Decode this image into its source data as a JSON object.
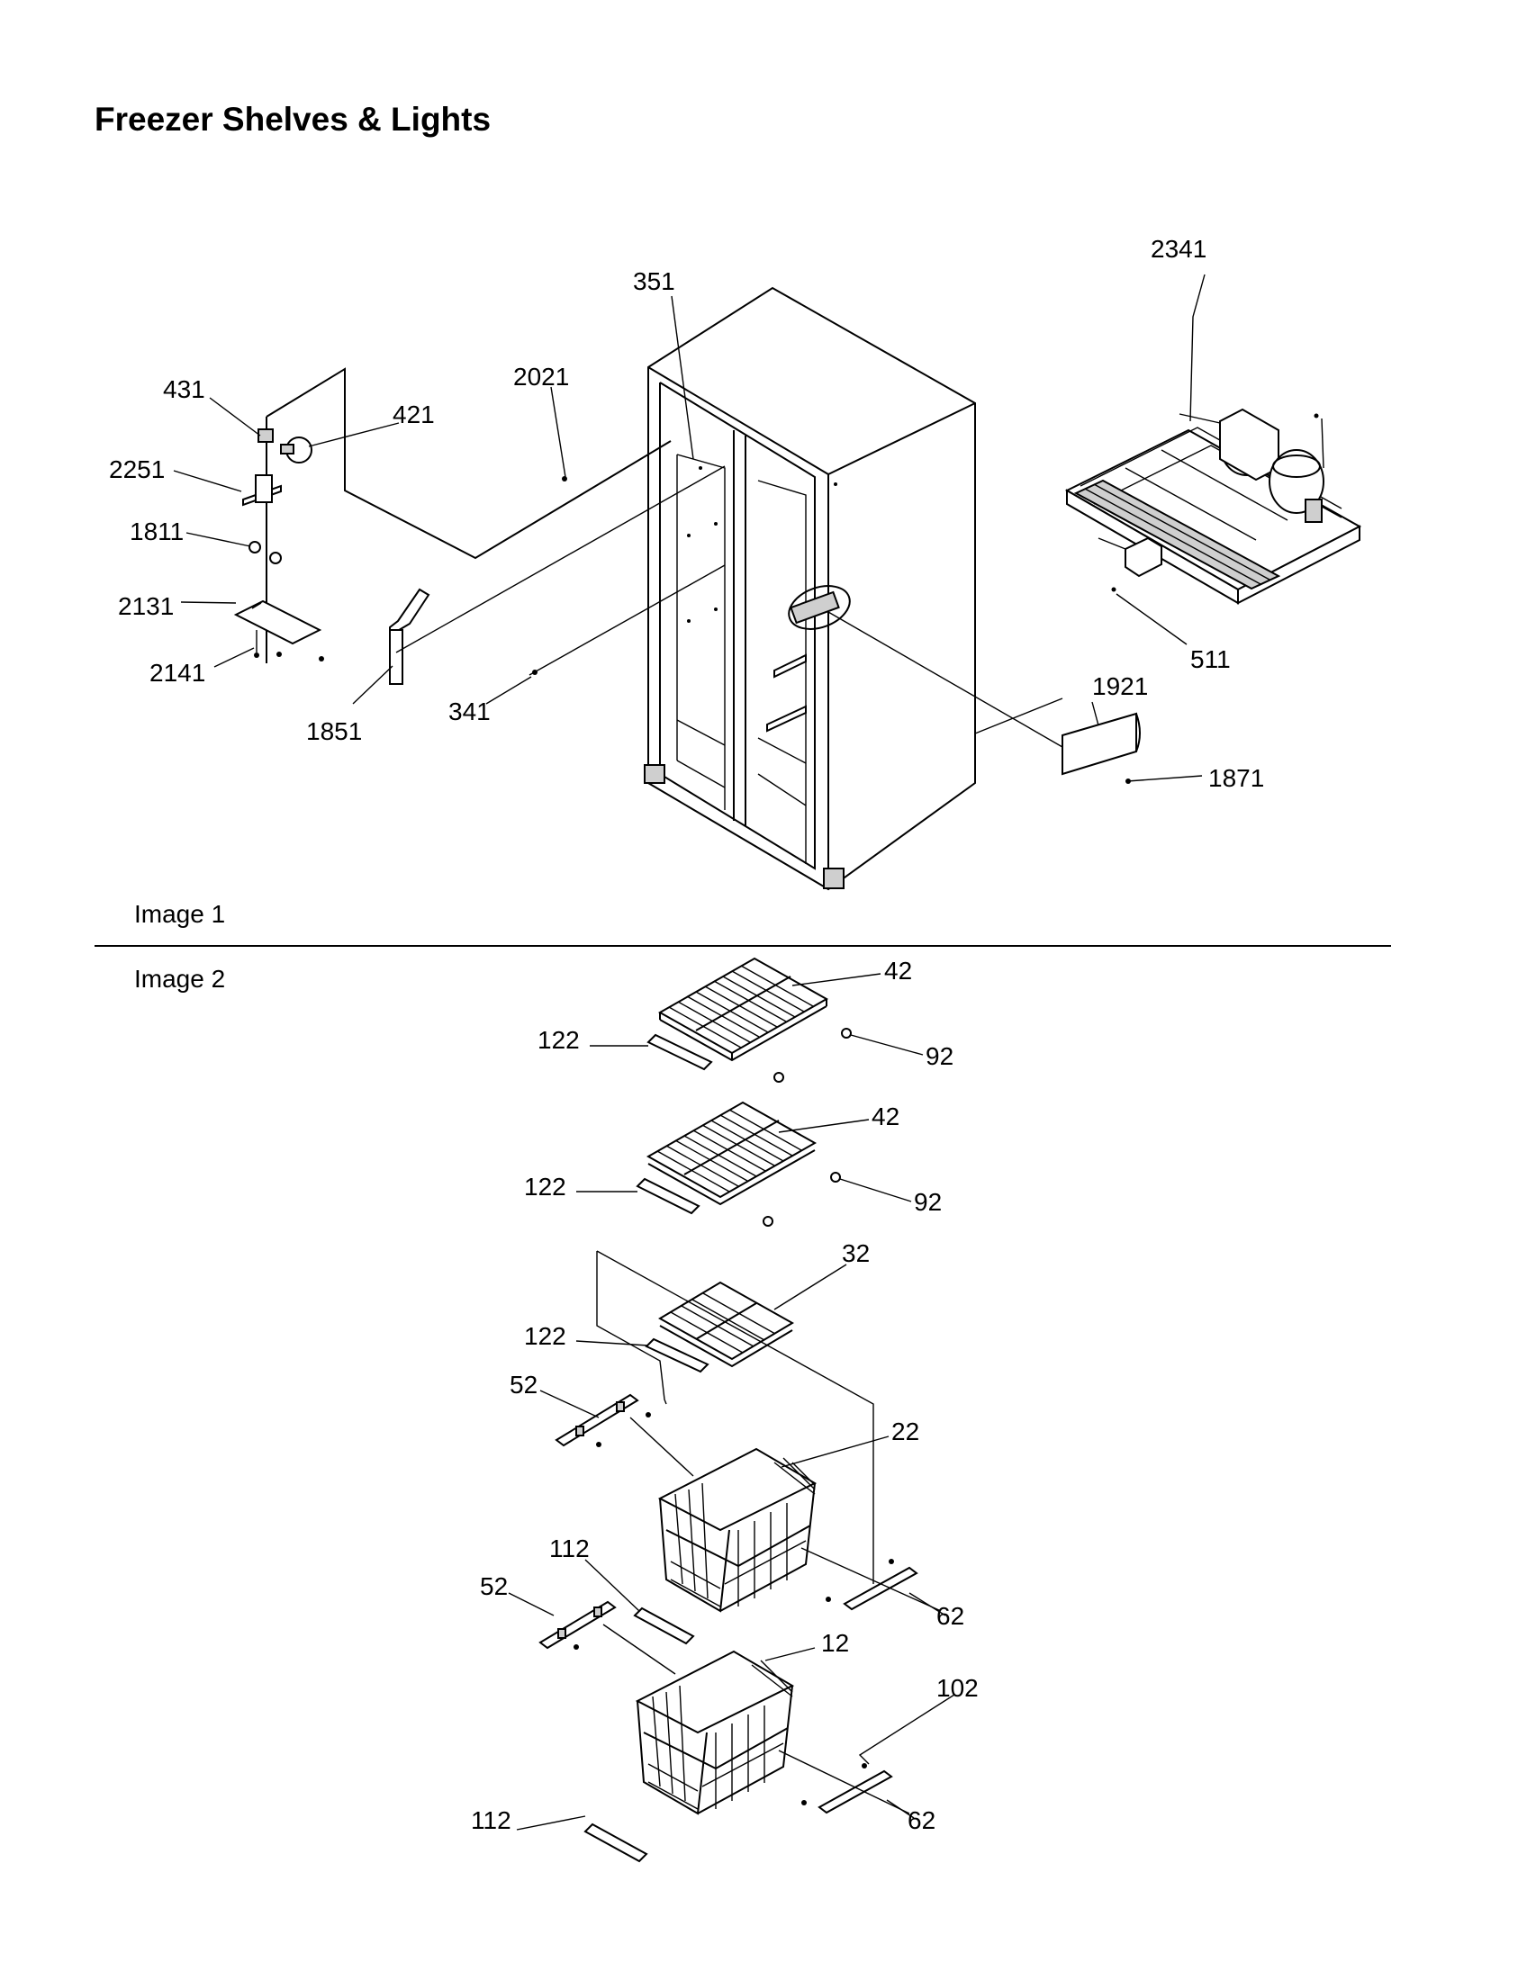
{
  "title": "Freezer Shelves & Lights",
  "image_labels": [
    "Image 1",
    "Image 2"
  ],
  "callouts_image1": [
    "2341",
    "351",
    "2021",
    "431",
    "421",
    "2251",
    "1811",
    "2131",
    "2141",
    "1851",
    "341",
    "511",
    "1921",
    "1871"
  ],
  "callouts_image2": [
    "42",
    "122",
    "92",
    "42",
    "122",
    "92",
    "32",
    "122",
    "52",
    "22",
    "112",
    "52",
    "62",
    "12",
    "102",
    "112",
    "62"
  ]
}
